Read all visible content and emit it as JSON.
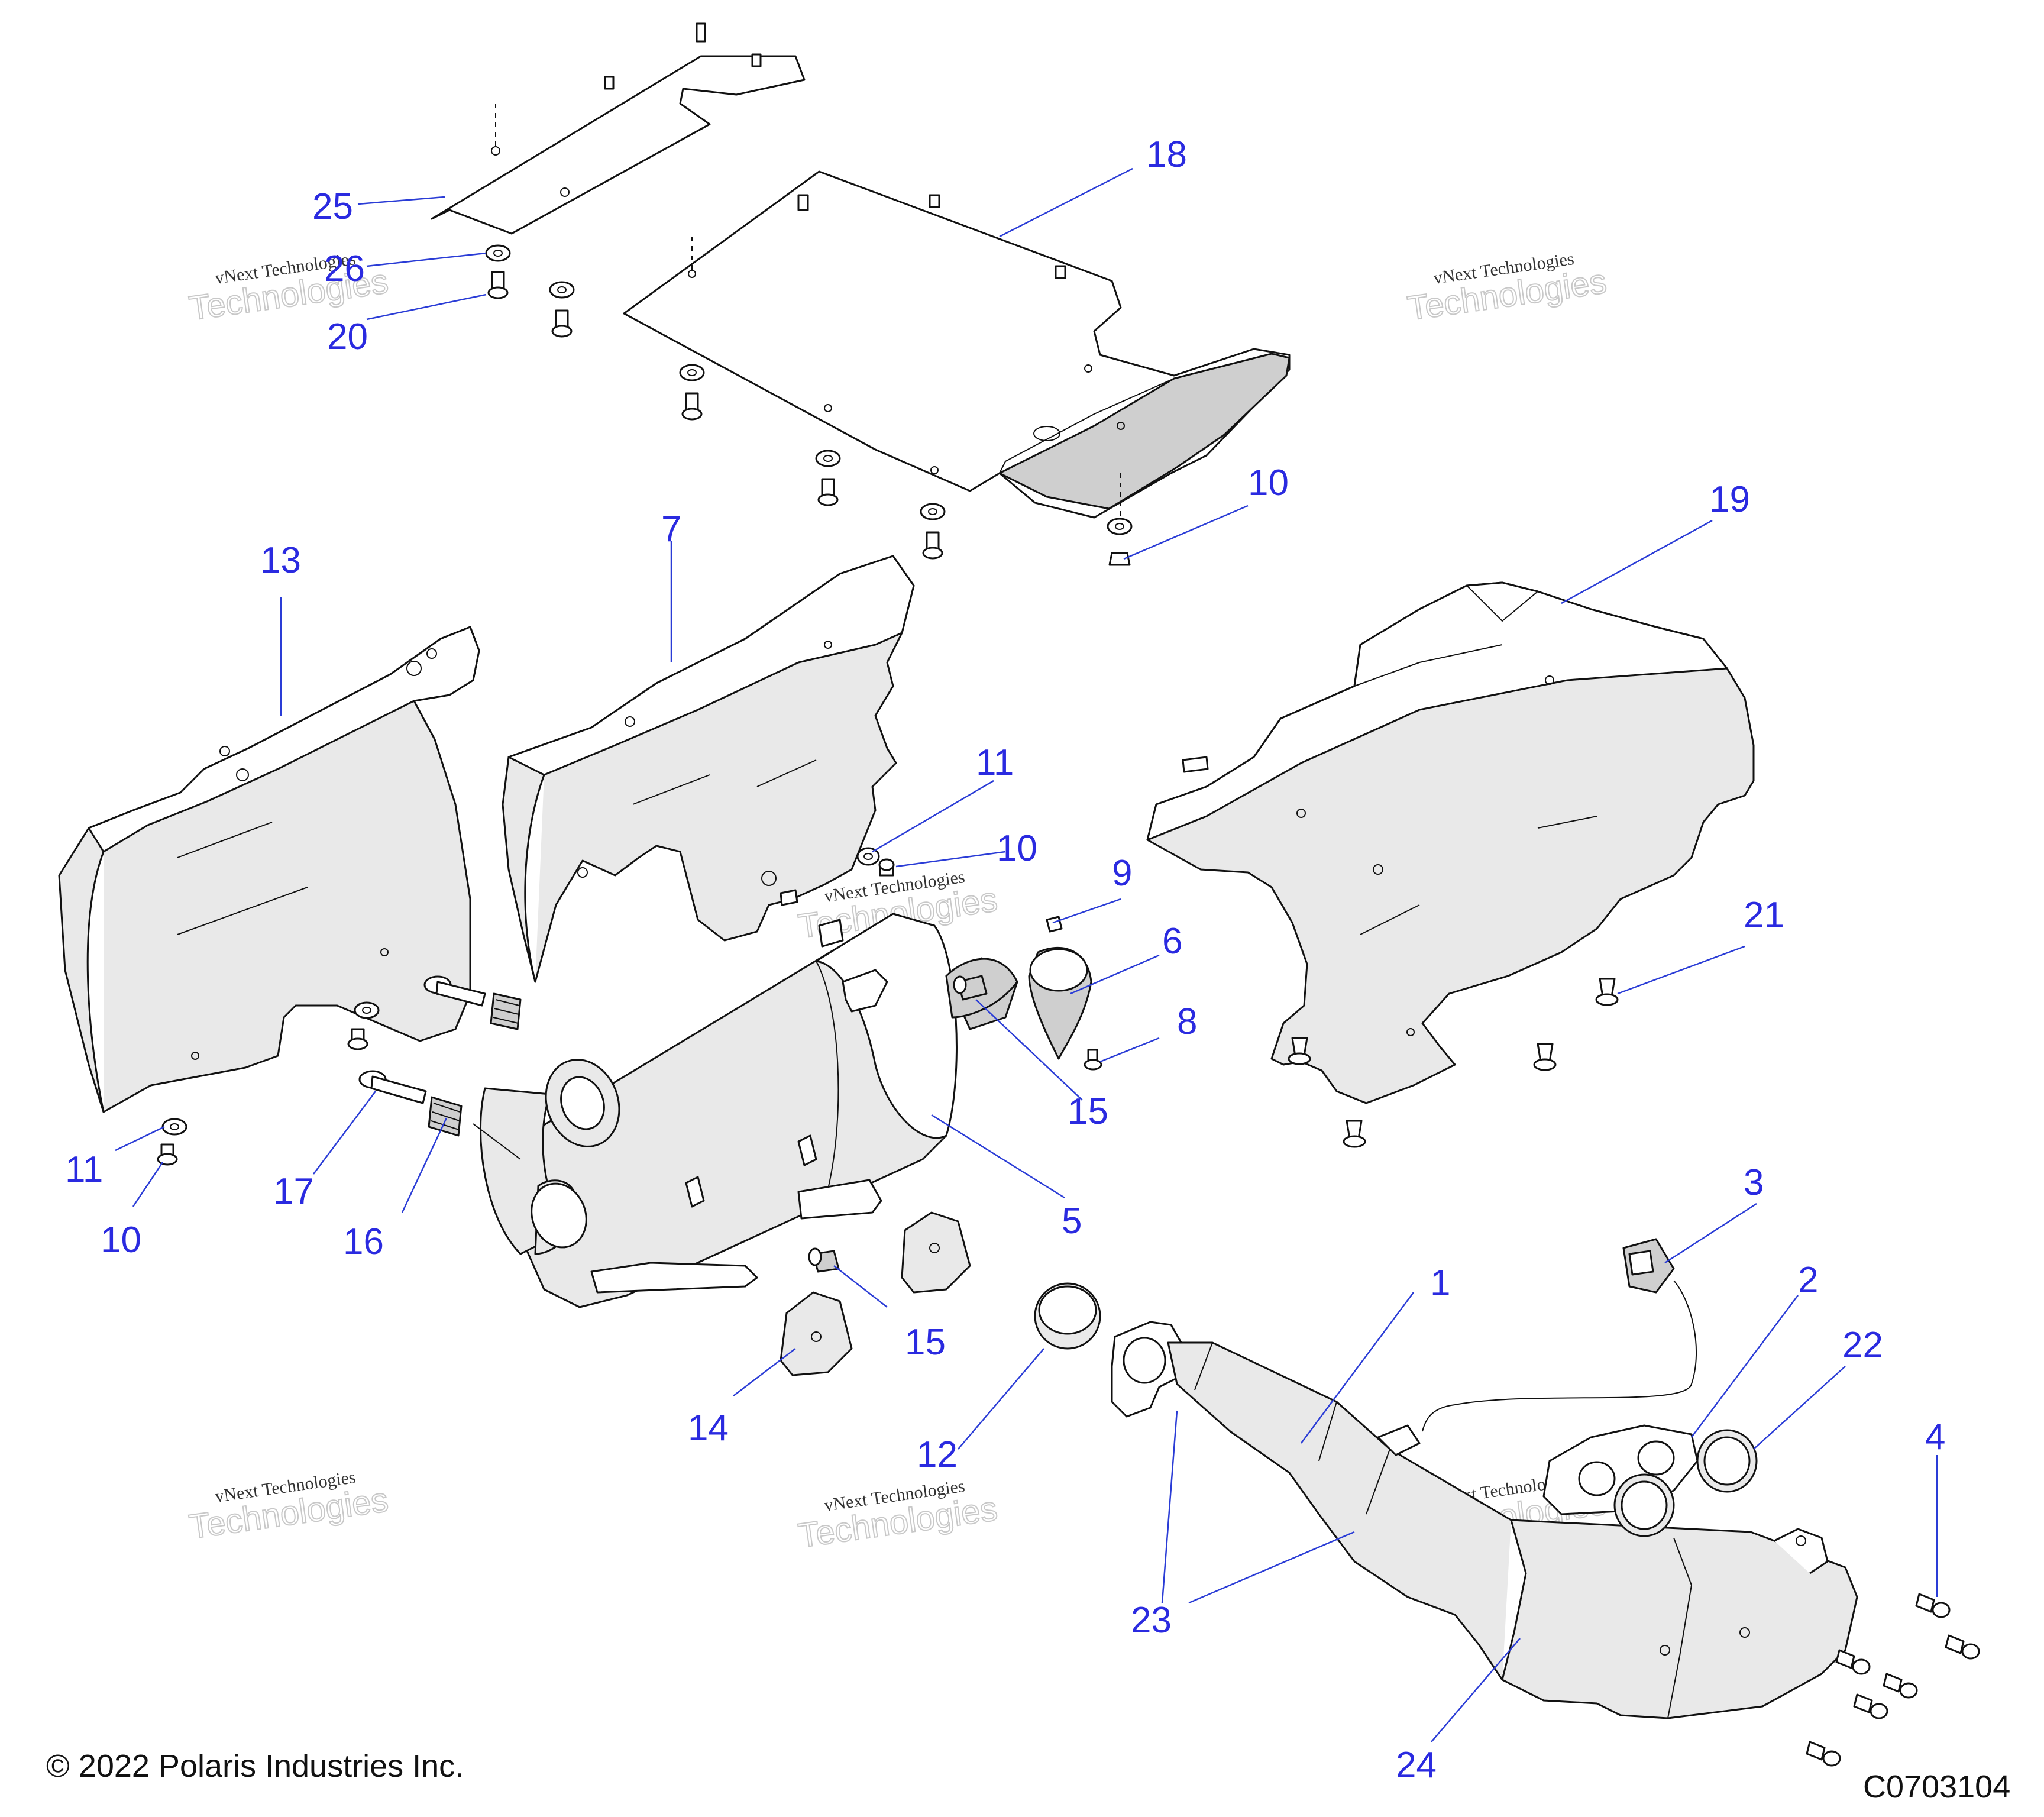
{
  "copyright": "© 2022 Polaris Industries Inc.",
  "drawing_id": "C0703104",
  "watermark": {
    "line1": "vNext Technologies",
    "line2": "Technologies"
  },
  "callouts": {
    "c1": "1",
    "c2": "2",
    "c3": "3",
    "c4": "4",
    "c5": "5",
    "c6": "6",
    "c7": "7",
    "c8": "8",
    "c9": "9",
    "c10a": "10",
    "c10b": "10",
    "c10c": "10",
    "c11a": "11",
    "c11b": "11",
    "c12": "12",
    "c13": "13",
    "c14": "14",
    "c15a": "15",
    "c15b": "15",
    "c16": "16",
    "c17": "17",
    "c18": "18",
    "c19": "19",
    "c20": "20",
    "c21": "21",
    "c22": "22",
    "c23": "23",
    "c24": "24",
    "c25": "25",
    "c26": "26"
  }
}
